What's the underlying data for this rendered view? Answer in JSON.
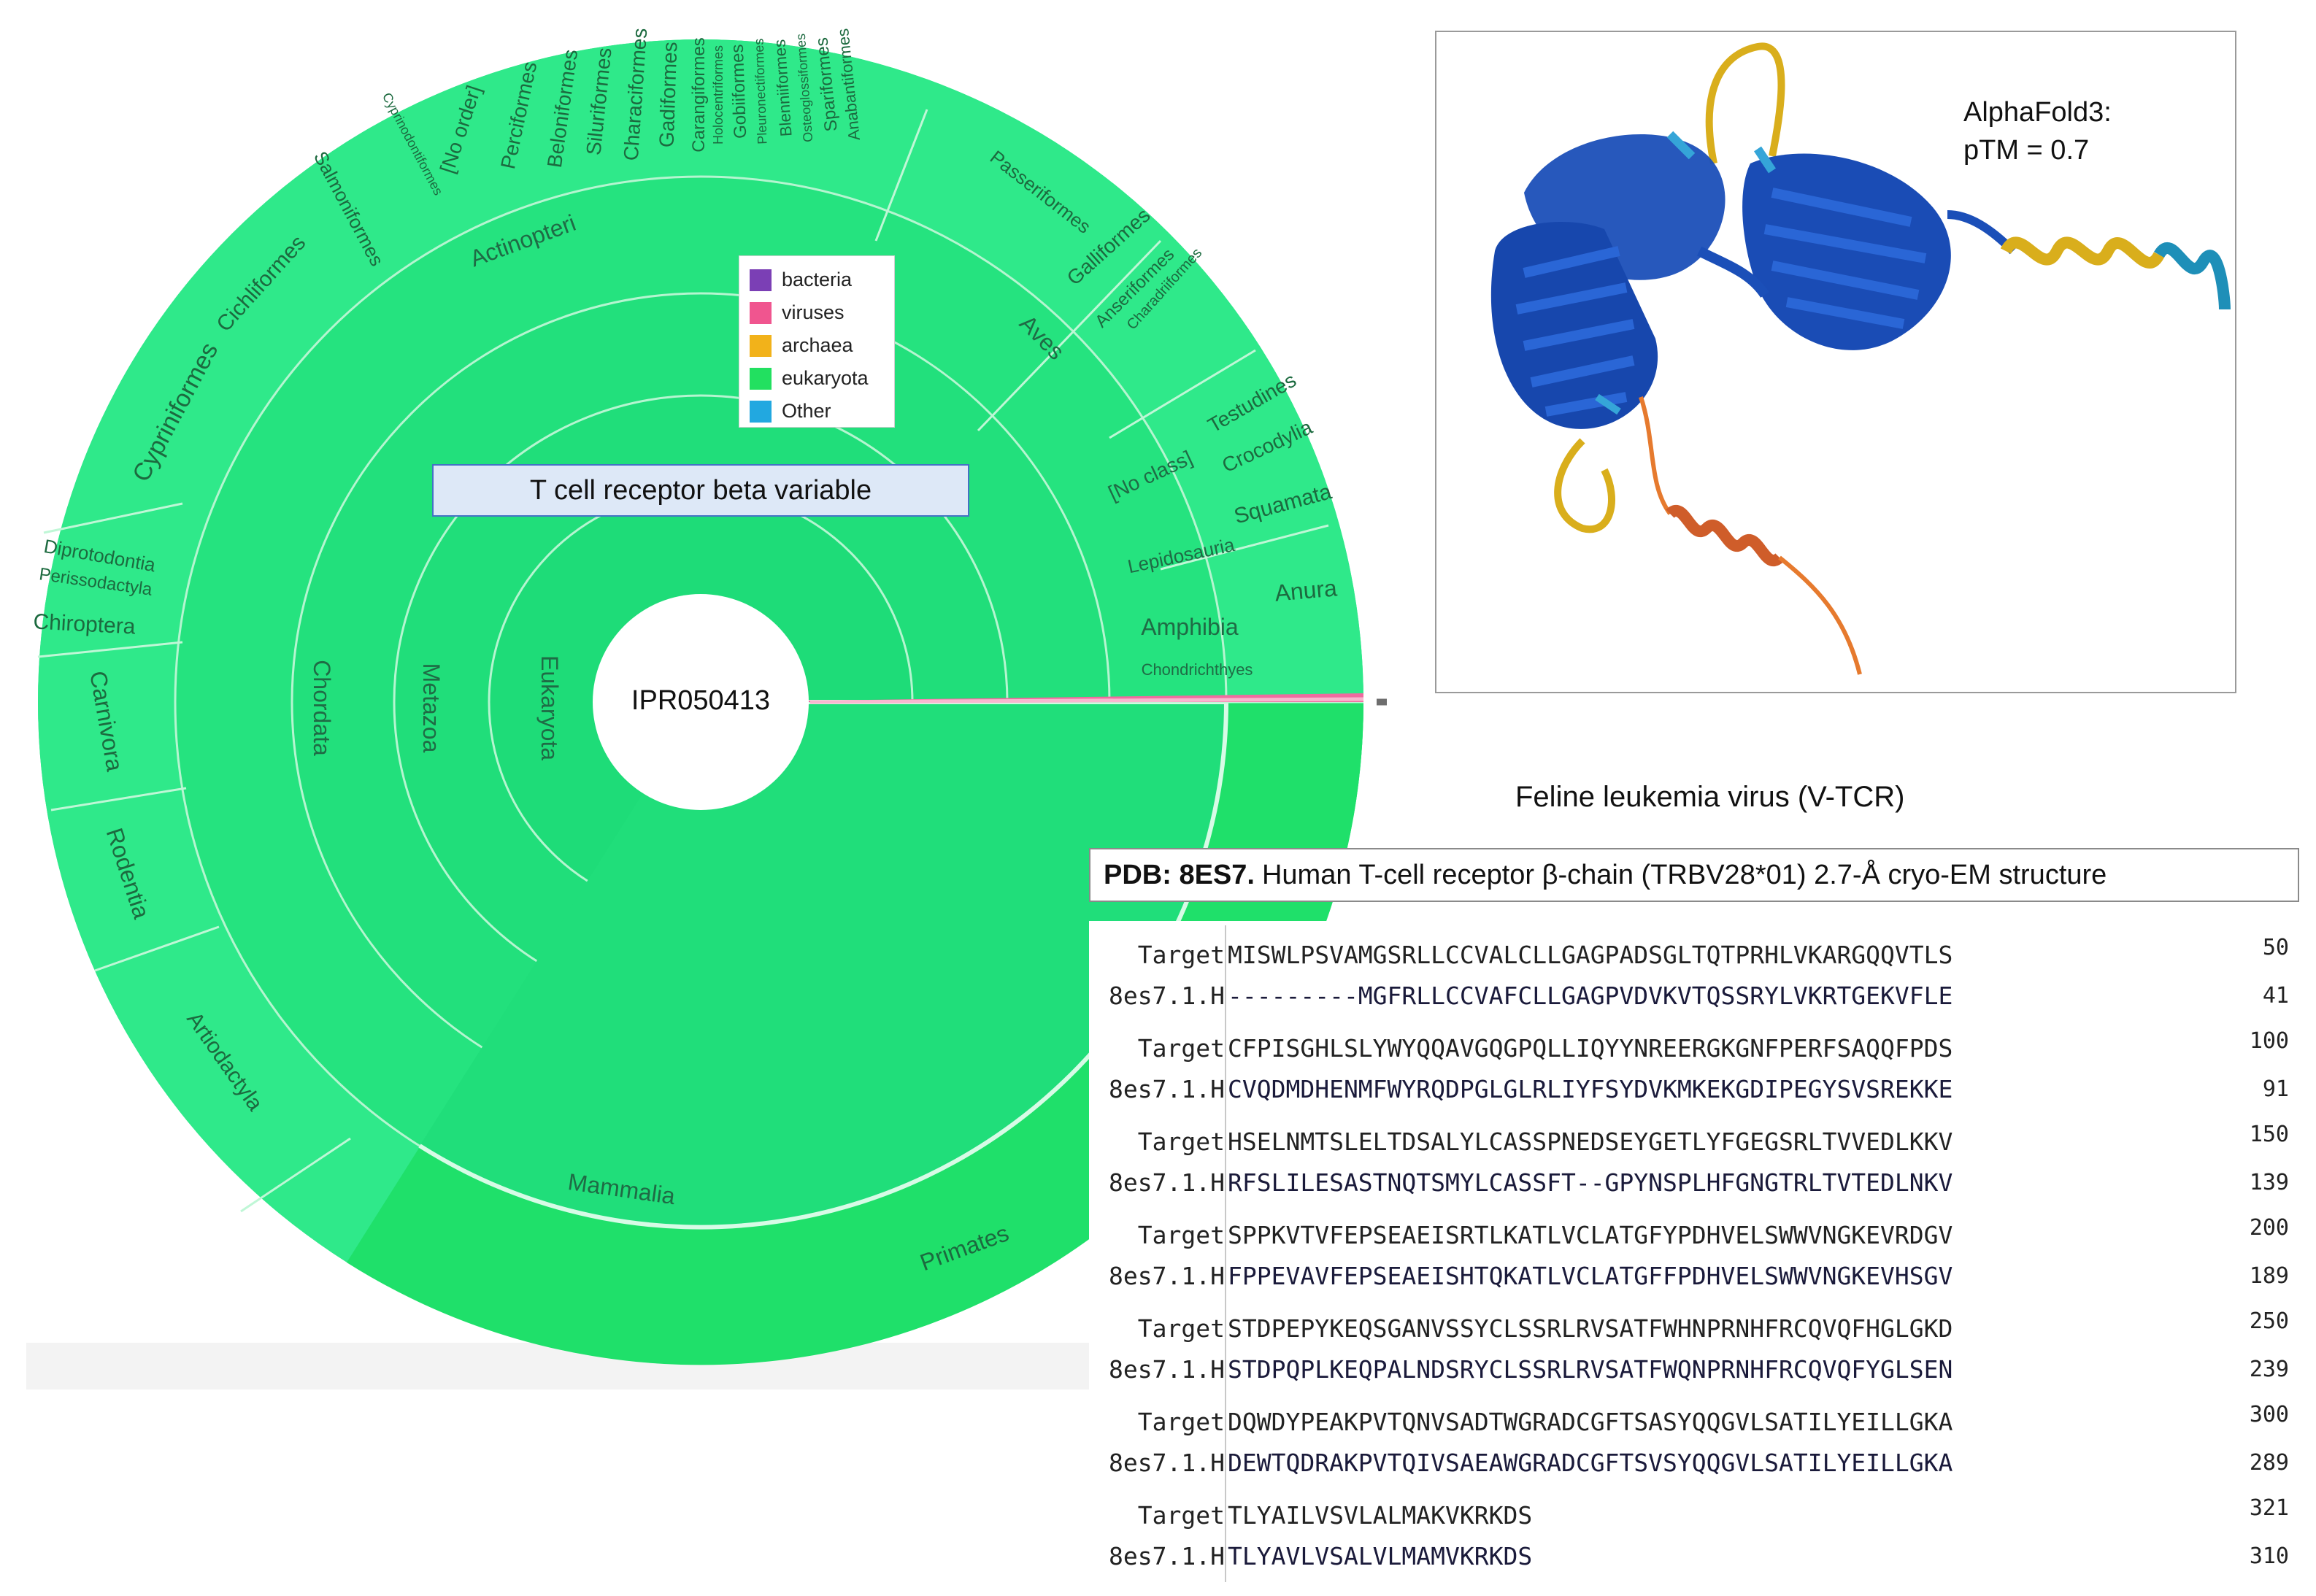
{
  "sunburst": {
    "center_label": "IPR050413",
    "rings": [
      {
        "label": "Eukaryota"
      },
      {
        "label": "Metazoa"
      },
      {
        "label": "Chordata"
      }
    ],
    "class_labels": [
      "Actinopteri",
      "Aves",
      "[No class]",
      "Lepidosauria",
      "Amphibia",
      "Chondrichthyes",
      "Mammalia"
    ],
    "order_labels": [
      "Cypriniformes",
      "Cichliformes",
      "Salmoniformes",
      "Cyprinodontiformes",
      "[No order]",
      "Perciformes",
      "Beloniformes",
      "Siluriformes",
      "Characiformes",
      "Gadiformes",
      "Carangiformes",
      "Holocentriformes",
      "Gobiiformes",
      "Pleuronectiformes",
      "Blenniiformes",
      "Osteoglossiformes",
      "Spariformes",
      "Anabantiformes",
      "Passeriformes",
      "Galliformes",
      "Anseriformes",
      "Charadriiformes",
      "Testudines",
      "Crocodylia",
      "Squamata",
      "Anura",
      "Diprotodontia",
      "Perissodactyla",
      "Chiroptera",
      "Carnivora",
      "Rodentia",
      "Artiodactyla",
      "Primates"
    ]
  },
  "legend": {
    "items": [
      {
        "label": "bacteria",
        "color": "#7b3fb5"
      },
      {
        "label": "viruses",
        "color": "#f0558f"
      },
      {
        "label": "archaea",
        "color": "#f2b21a"
      },
      {
        "label": "eukaryota",
        "color": "#22e060"
      },
      {
        "label": "Other",
        "color": "#22a8e0"
      }
    ]
  },
  "title_box": {
    "text": "T cell receptor beta variable"
  },
  "alphafold": {
    "line1": "AlphaFold3:",
    "line2": "pTM = 0.7"
  },
  "virus_callout": {
    "text": "Feline leukemia virus (V-TCR)"
  },
  "pdb": {
    "bold": "PDB: 8ES7.",
    "rest": "Human T-cell receptor β-chain (TRBV28*01) 2.7-Å cryo-EM structure"
  },
  "alignment": {
    "blocks": [
      {
        "target_name": "Target",
        "target_seq": "MISWLPSVAMGSRLLCCVALCLLGAGPADSGLTQTPRHLVKARGQQVTLS",
        "target_end": "50",
        "query_name": "8es7.1.H",
        "query_seq": "---------MGFRLLCCVAFCLLGAGPVDVKVTQSSRYLVKRTGEKVFLE",
        "query_end": "41"
      },
      {
        "target_name": "Target",
        "target_seq": "CFPISGHLSLYWYQQAVGQGPQLLIQYYNREERGKGNFPERFSAQQFPDS",
        "target_end": "100",
        "query_name": "8es7.1.H",
        "query_seq": "CVQDMDHENMFWYRQDPGLGLRLIYFSYDVKMKEKGDIPEGYSVSREKKE",
        "query_end": "91"
      },
      {
        "target_name": "Target",
        "target_seq": "HSELNMTSLELTDSALYLCASSPNEDSEYGETLYFGEGSRLTVVEDLKKV",
        "target_end": "150",
        "query_name": "8es7.1.H",
        "query_seq": "RFSLILESASTNQTSMYLCASSFT--GPYNSPLHFGNGTRLTVTEDLNKV",
        "query_end": "139"
      },
      {
        "target_name": "Target",
        "target_seq": "SPPKVTVFEPSEAEISRTLKATLVCLATGFYPDHVELSWWVNGKEVRDGV",
        "target_end": "200",
        "query_name": "8es7.1.H",
        "query_seq": "FPPEVAVFEPSEAEISHTQKATLVCLATGFFPDHVELSWWVNGKEVHSGV",
        "query_end": "189"
      },
      {
        "target_name": "Target",
        "target_seq": "STDPEPYKEQSGANVSSYCLSSRLRVSATFWHNPRNHFRCQVQFHGLGKD",
        "target_end": "250",
        "query_name": "8es7.1.H",
        "query_seq": "STDPQPLKEQPALNDSRYCLSSRLRVSATFWQNPRNHFRCQVQFYGLSEN",
        "query_end": "239"
      },
      {
        "target_name": "Target",
        "target_seq": "DQWDYPEAKPVTQNVSADTWGRADCGFTSASYQQGVLSATILYEILLGKA",
        "target_end": "300",
        "query_name": "8es7.1.H",
        "query_seq": "DEWTQDRAKPVTQIVSAEAWGRADCGFTSVSYQQGVLSATILYEILLGKA",
        "query_end": "289"
      },
      {
        "target_name": "Target",
        "target_seq": "TLYAILVSVLALMAKVKRKDS",
        "target_end": "321",
        "query_name": "8es7.1.H",
        "query_seq": "TLYAVLVSALVLMAMVKRKDS",
        "query_end": "310"
      }
    ]
  }
}
